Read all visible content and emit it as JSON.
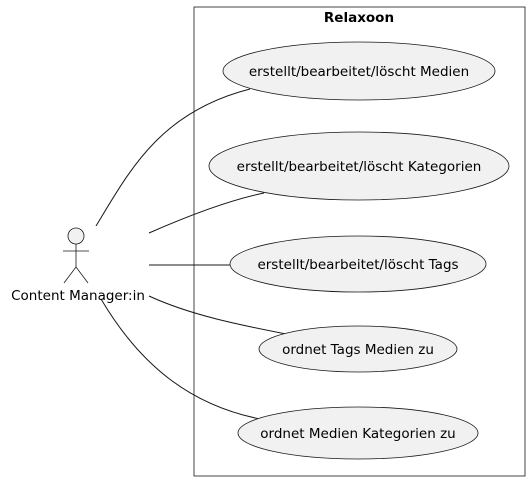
{
  "system": {
    "title": "Relaxoon"
  },
  "actor": {
    "name": "Content Manager:in"
  },
  "use_cases": [
    {
      "label": "erstellt/bearbeitet/löscht Medien"
    },
    {
      "label": "erstellt/bearbeitet/löscht Kategorien"
    },
    {
      "label": "erstellt/bearbeitet/löscht Tags"
    },
    {
      "label": "ordnet Tags Medien zu"
    },
    {
      "label": "ordnet Medien Kategorien zu"
    }
  ],
  "colors": {
    "fill": "#f1f1f1",
    "stroke": "#181818"
  }
}
